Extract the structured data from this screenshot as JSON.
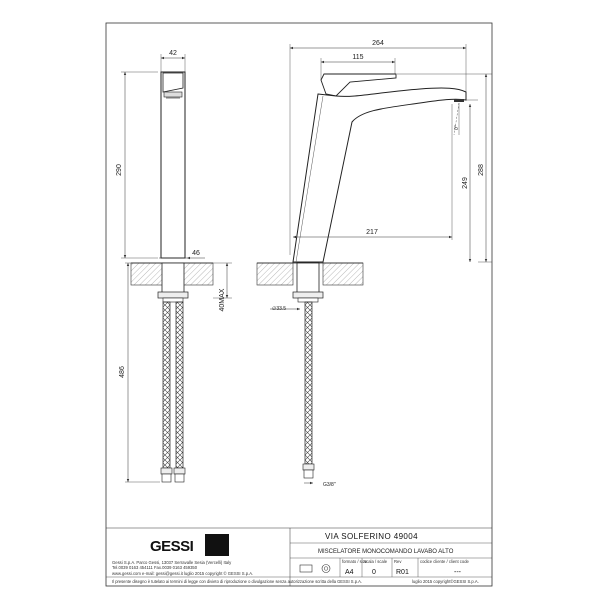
{
  "dimensions": {
    "front_width": "42",
    "front_height": "290",
    "front_base_width": "46",
    "front_max": "40MAX",
    "front_hose": "486",
    "side_total_width": "264",
    "side_lever": "115",
    "side_reach": "217",
    "side_spout_height": "249",
    "side_total_height": "288",
    "side_base_diam": "∅33.5",
    "side_thread": "G3/8\"",
    "angle_mark": "0°"
  },
  "title_block": {
    "logo": "GESSI",
    "company_line": "Gessi S.p.A. Parco Gessi, 13037 Serravalle Sesia (Vercelli) Italy",
    "phone_line": "Tel.0039 0163 454111 Fax.0039 0163 459350",
    "web_line": "www.gessi.com  e-mail: gessi@gessi.it   luglio 2015   copyright © GESSI S.p.A.",
    "product_name": "VIA SOLFERINO  49004",
    "product_desc": "MISCELATORE MONOCOMANDO LAVABO ALTO",
    "format_label": "formato / size",
    "scale_label": "scala / scale",
    "rev_label": "Rev",
    "format_value": "A4",
    "scale_value": "0",
    "rev_value": "R01",
    "client_label": "codice cliente / client code",
    "client_value": "---",
    "footer_note": "Il presente disegno è tutelato ai termini di legge con divieto di riproduzione o divulgazione senza autorizzazione scritta della GESSI S.p.A.",
    "footer_right": "luglio 2015   copyright©GESSI S.p.A."
  }
}
